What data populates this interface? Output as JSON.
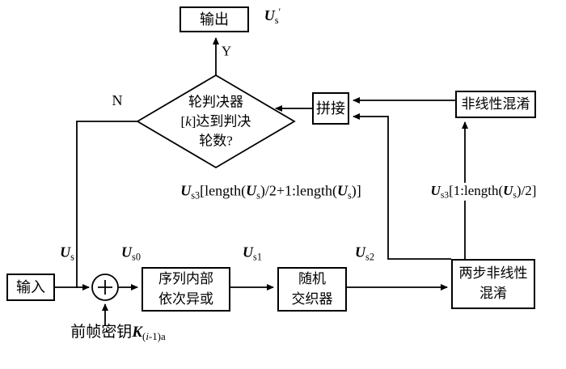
{
  "diagram": {
    "colors": {
      "ink": "#000000",
      "background": "#ffffff"
    },
    "boxes": {
      "output": "输出",
      "concat": "拼接",
      "nonlinear_confusion": "非线性混淆",
      "input": "输入",
      "xor_line1": "序列内部",
      "xor_line2": "依次异或",
      "interleaver_line1": "随机",
      "interleaver_line2": "交织器",
      "twostep_line1": "两步非线性",
      "twostep_line2": "混淆"
    },
    "decision": {
      "line1": "轮判决器",
      "line2_parts": [
        {
          "t": "[",
          "s": ""
        },
        {
          "t": "k",
          "s": "i"
        },
        {
          "t": "]达到判决",
          "s": ""
        }
      ],
      "line3": "轮数?"
    },
    "branch_labels": {
      "yes": "Y",
      "no": "N"
    },
    "signals": {
      "us": [
        {
          "t": "U",
          "s": "bi"
        },
        {
          "t": "s",
          "s": "sub"
        }
      ],
      "us0": [
        {
          "t": "U",
          "s": "bi"
        },
        {
          "t": "s0",
          "s": "sub"
        }
      ],
      "us1": [
        {
          "t": "U",
          "s": "bi"
        },
        {
          "t": "s1",
          "s": "sub"
        }
      ],
      "us2": [
        {
          "t": "U",
          "s": "bi"
        },
        {
          "t": "s2",
          "s": "sub"
        }
      ],
      "us_prime": [
        {
          "t": "U",
          "s": "bi"
        },
        {
          "t": "s",
          "s": "sub"
        },
        {
          "t": "′",
          "s": "sup"
        }
      ],
      "us3_second_half": [
        {
          "t": "U",
          "s": "bi"
        },
        {
          "t": "s3",
          "s": "sub"
        },
        {
          "t": "[length(",
          "s": ""
        },
        {
          "t": "U",
          "s": "bi"
        },
        {
          "t": "s",
          "s": "sub"
        },
        {
          "t": ")/2+1:length(",
          "s": ""
        },
        {
          "t": "U",
          "s": "bi"
        },
        {
          "t": "s",
          "s": "sub"
        },
        {
          "t": ")]",
          "s": ""
        }
      ],
      "us3_first_half": [
        {
          "t": "U",
          "s": "bi"
        },
        {
          "t": "s3",
          "s": "sub"
        },
        {
          "t": "[1:length(",
          "s": ""
        },
        {
          "t": "U",
          "s": "bi"
        },
        {
          "t": "s",
          "s": "sub"
        },
        {
          "t": ")/2]",
          "s": ""
        }
      ],
      "prev_key": [
        {
          "t": "前帧密钥",
          "s": ""
        },
        {
          "t": "K",
          "s": "bi"
        },
        {
          "t": "(",
          "s": "sub"
        },
        {
          "t": "i",
          "s": "subi"
        },
        {
          "t": "-1)",
          "s": "sub"
        },
        {
          "t": "a",
          "s": "sub"
        }
      ]
    }
  }
}
